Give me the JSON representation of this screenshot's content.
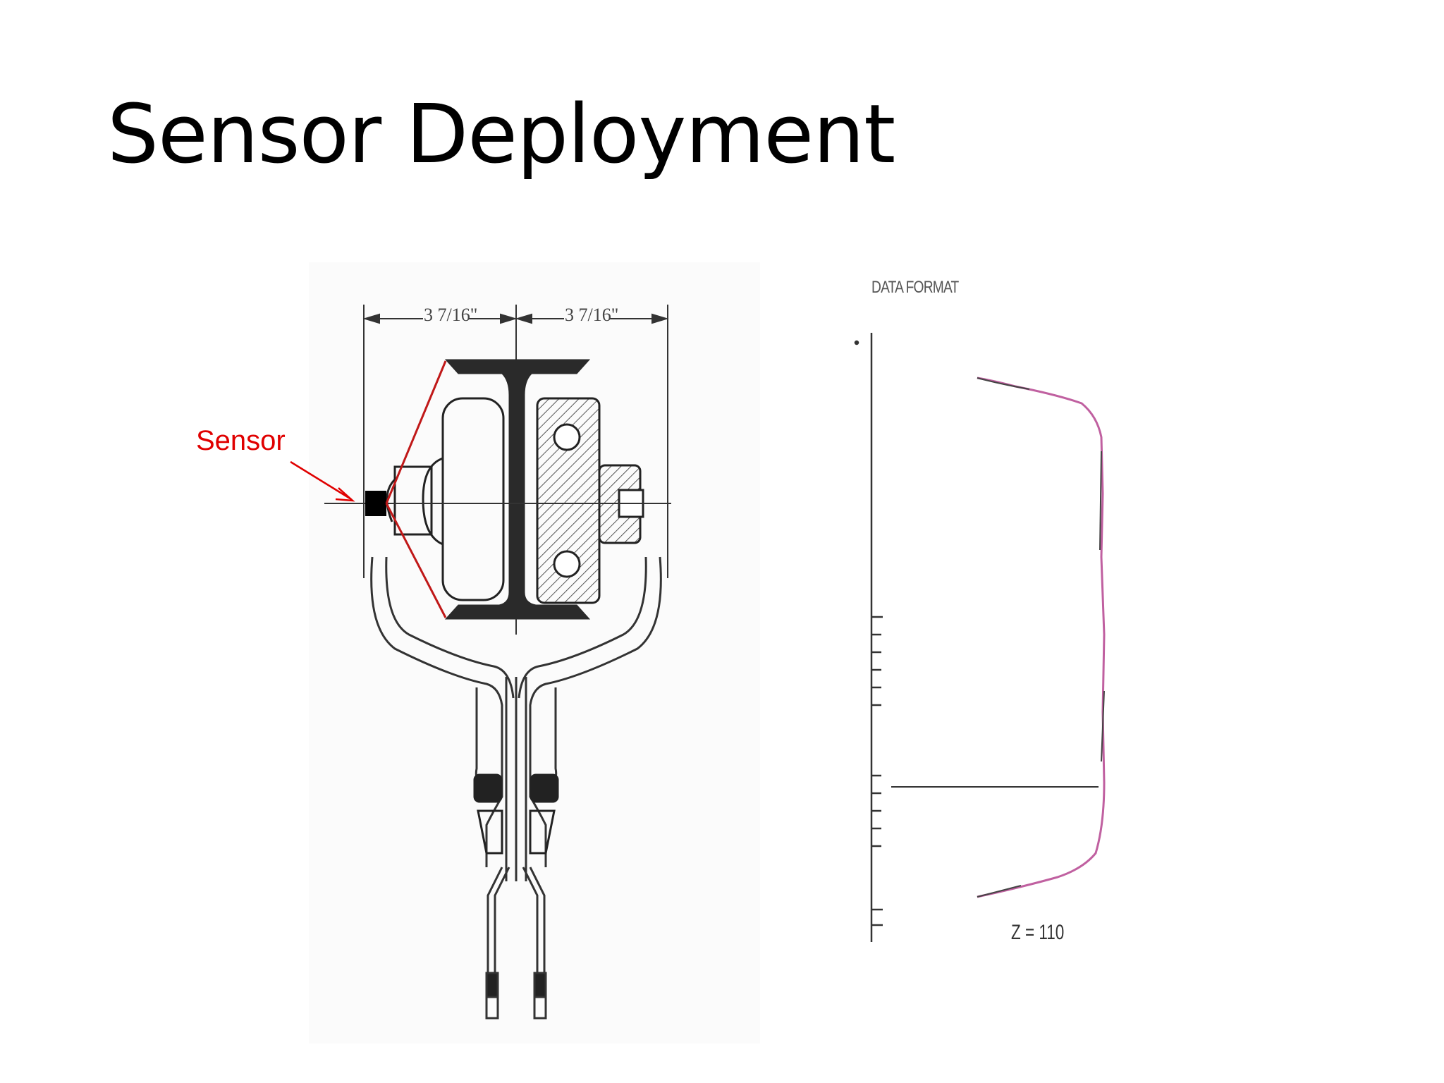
{
  "slide": {
    "title": "Sensor Deployment",
    "sensor_label": "Sensor",
    "data_format_label": "DATA FORMAT",
    "z_label": "Z = 110",
    "dimension_left": "3 7/16\"",
    "dimension_right": "3 7/16\""
  },
  "colors": {
    "annotation": "#e00000",
    "profile_trace": "#c060a0",
    "drawing_line": "#222222"
  }
}
